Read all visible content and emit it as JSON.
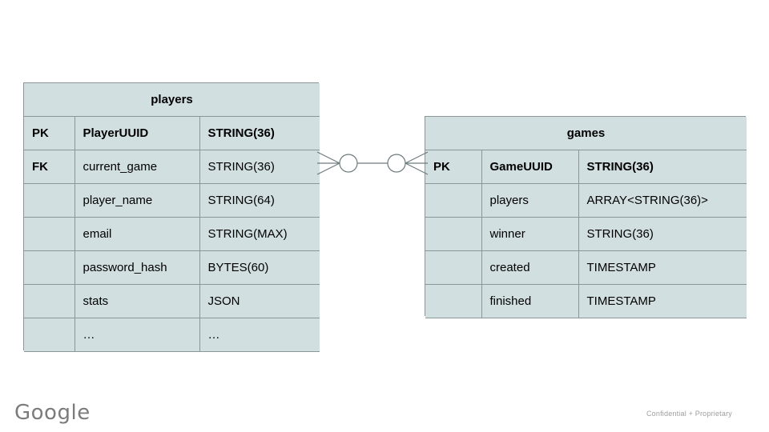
{
  "slide": {
    "background_color": "#ffffff",
    "entity_fill_color": "#d2dfe1",
    "entity_border_color": "#8a9698",
    "connector_color": "#6e7b7d"
  },
  "entities": [
    {
      "name": "players",
      "columns_header": [
        "",
        "",
        ""
      ],
      "rows": [
        {
          "key": "PK",
          "field": "PlayerUUID",
          "type": "STRING(36)",
          "emphasis": true
        },
        {
          "key": "FK",
          "field": "current_game",
          "type": "STRING(36)",
          "emphasis": false
        },
        {
          "key": "",
          "field": "player_name",
          "type": "STRING(64)",
          "emphasis": false
        },
        {
          "key": "",
          "field": "email",
          "type": "STRING(MAX)",
          "emphasis": false
        },
        {
          "key": "",
          "field": "password_hash",
          "type": "BYTES(60)",
          "emphasis": false
        },
        {
          "key": "",
          "field": "stats",
          "type": "JSON",
          "emphasis": false
        },
        {
          "key": "",
          "field": "…",
          "type": "…",
          "emphasis": false
        }
      ]
    },
    {
      "name": "games",
      "columns_header": [
        "",
        "",
        ""
      ],
      "rows": [
        {
          "key": "PK",
          "field": "GameUUID",
          "type": "STRING(36)",
          "emphasis": true
        },
        {
          "key": "",
          "field": "players",
          "type": "ARRAY<STRING(36)>",
          "emphasis": false
        },
        {
          "key": "",
          "field": "winner",
          "type": "STRING(36)",
          "emphasis": false
        },
        {
          "key": "",
          "field": "created",
          "type": "TIMESTAMP",
          "emphasis": false
        },
        {
          "key": "",
          "field": "finished",
          "type": "TIMESTAMP",
          "emphasis": false
        }
      ]
    }
  ],
  "relationship": {
    "notation": "crows-foot",
    "left_end": "zero-or-many",
    "right_end": "zero-or-many",
    "from_entity": "players",
    "from_field": "current_game",
    "to_entity": "games",
    "to_field": "GameUUID"
  },
  "footer": {
    "logo_text": "Google",
    "note": "Confidential + Proprietary"
  }
}
